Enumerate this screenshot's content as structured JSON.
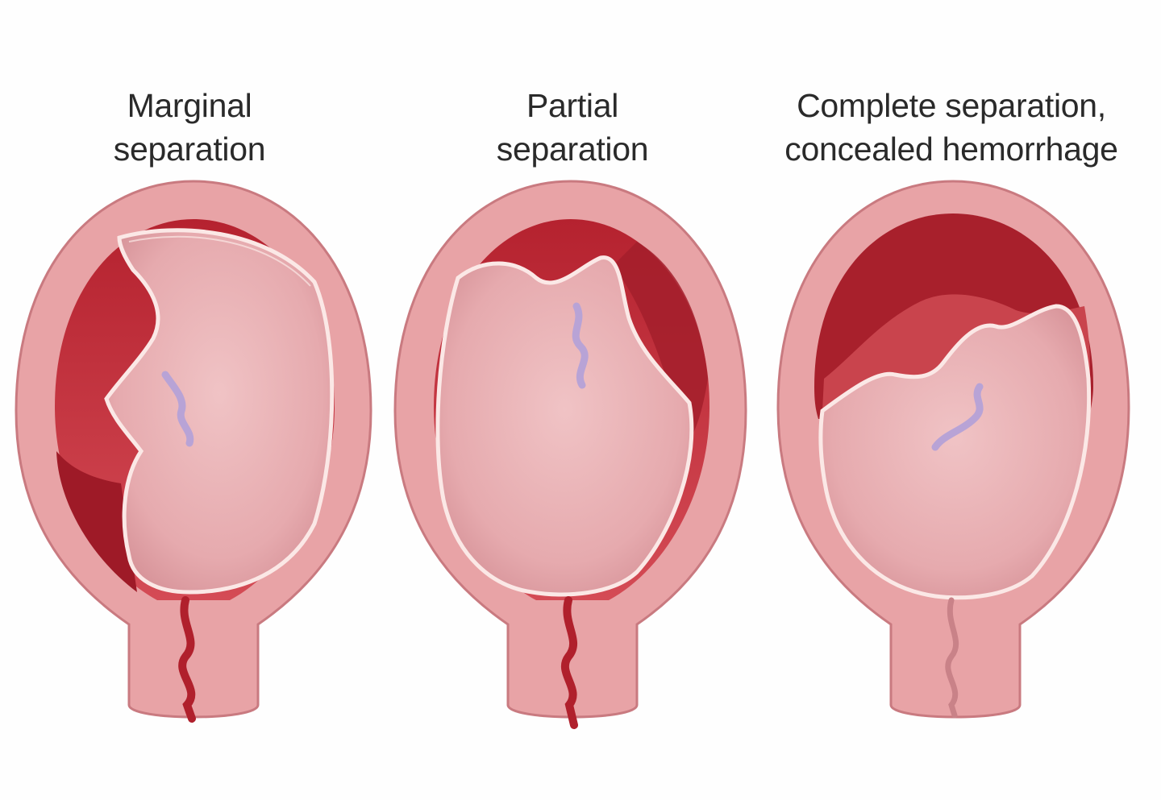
{
  "panels": [
    {
      "label_line1": "Marginal",
      "label_line2": "separation"
    },
    {
      "label_line1": "Partial",
      "label_line2": "separation"
    },
    {
      "label_line1": "Complete separation,",
      "label_line2": "concealed hemorrhage"
    }
  ],
  "colors": {
    "background": "#fefefe",
    "uterine_wall": "#e8a3a6",
    "uterine_wall_edge": "#c97a80",
    "cavity_blood": "#c73a44",
    "dark_blood": "#a8202c",
    "placenta": "#eab2b5",
    "membrane_line": "#fbe8e6",
    "cord": "#b8a3d6",
    "text": "#2a2a2a"
  }
}
